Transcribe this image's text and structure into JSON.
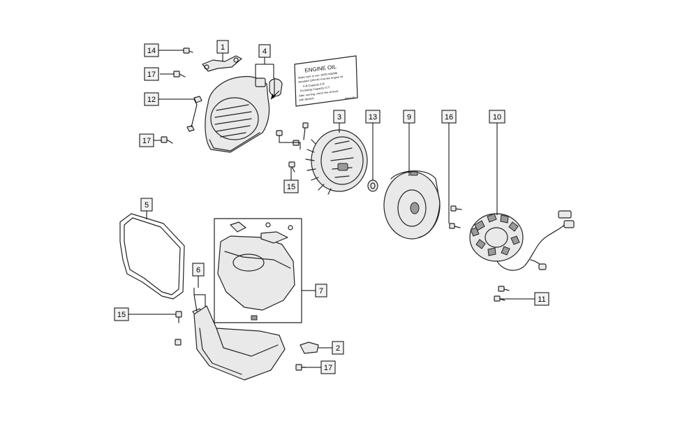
{
  "callouts": [
    {
      "id": "c1",
      "label": "1"
    },
    {
      "id": "c2",
      "label": "2"
    },
    {
      "id": "c3",
      "label": "3"
    },
    {
      "id": "c4",
      "label": "4"
    },
    {
      "id": "c5",
      "label": "5"
    },
    {
      "id": "c6",
      "label": "6"
    },
    {
      "id": "c7",
      "label": "7"
    },
    {
      "id": "c9",
      "label": "9"
    },
    {
      "id": "c10",
      "label": "10"
    },
    {
      "id": "c11",
      "label": "11"
    },
    {
      "id": "c12",
      "label": "12"
    },
    {
      "id": "c13",
      "label": "13"
    },
    {
      "id": "c14",
      "label": "14"
    },
    {
      "id": "c15a",
      "label": "15"
    },
    {
      "id": "c15b",
      "label": "15"
    },
    {
      "id": "c16",
      "label": "16"
    },
    {
      "id": "c17a",
      "label": "17"
    },
    {
      "id": "c17b",
      "label": "17"
    },
    {
      "id": "c17c",
      "label": "17"
    }
  ],
  "decal": {
    "title": "ENGINE OIL",
    "lines": [
      "Make sure to use JASO MA/MB",
      "standard 10W-40 4-stroke engine oil",
      "Full Capacity    0.8l",
      "Exchange Capacity  0.7l",
      "After running, check the oil level",
      "with dipstick."
    ],
    "code": "006-130"
  }
}
